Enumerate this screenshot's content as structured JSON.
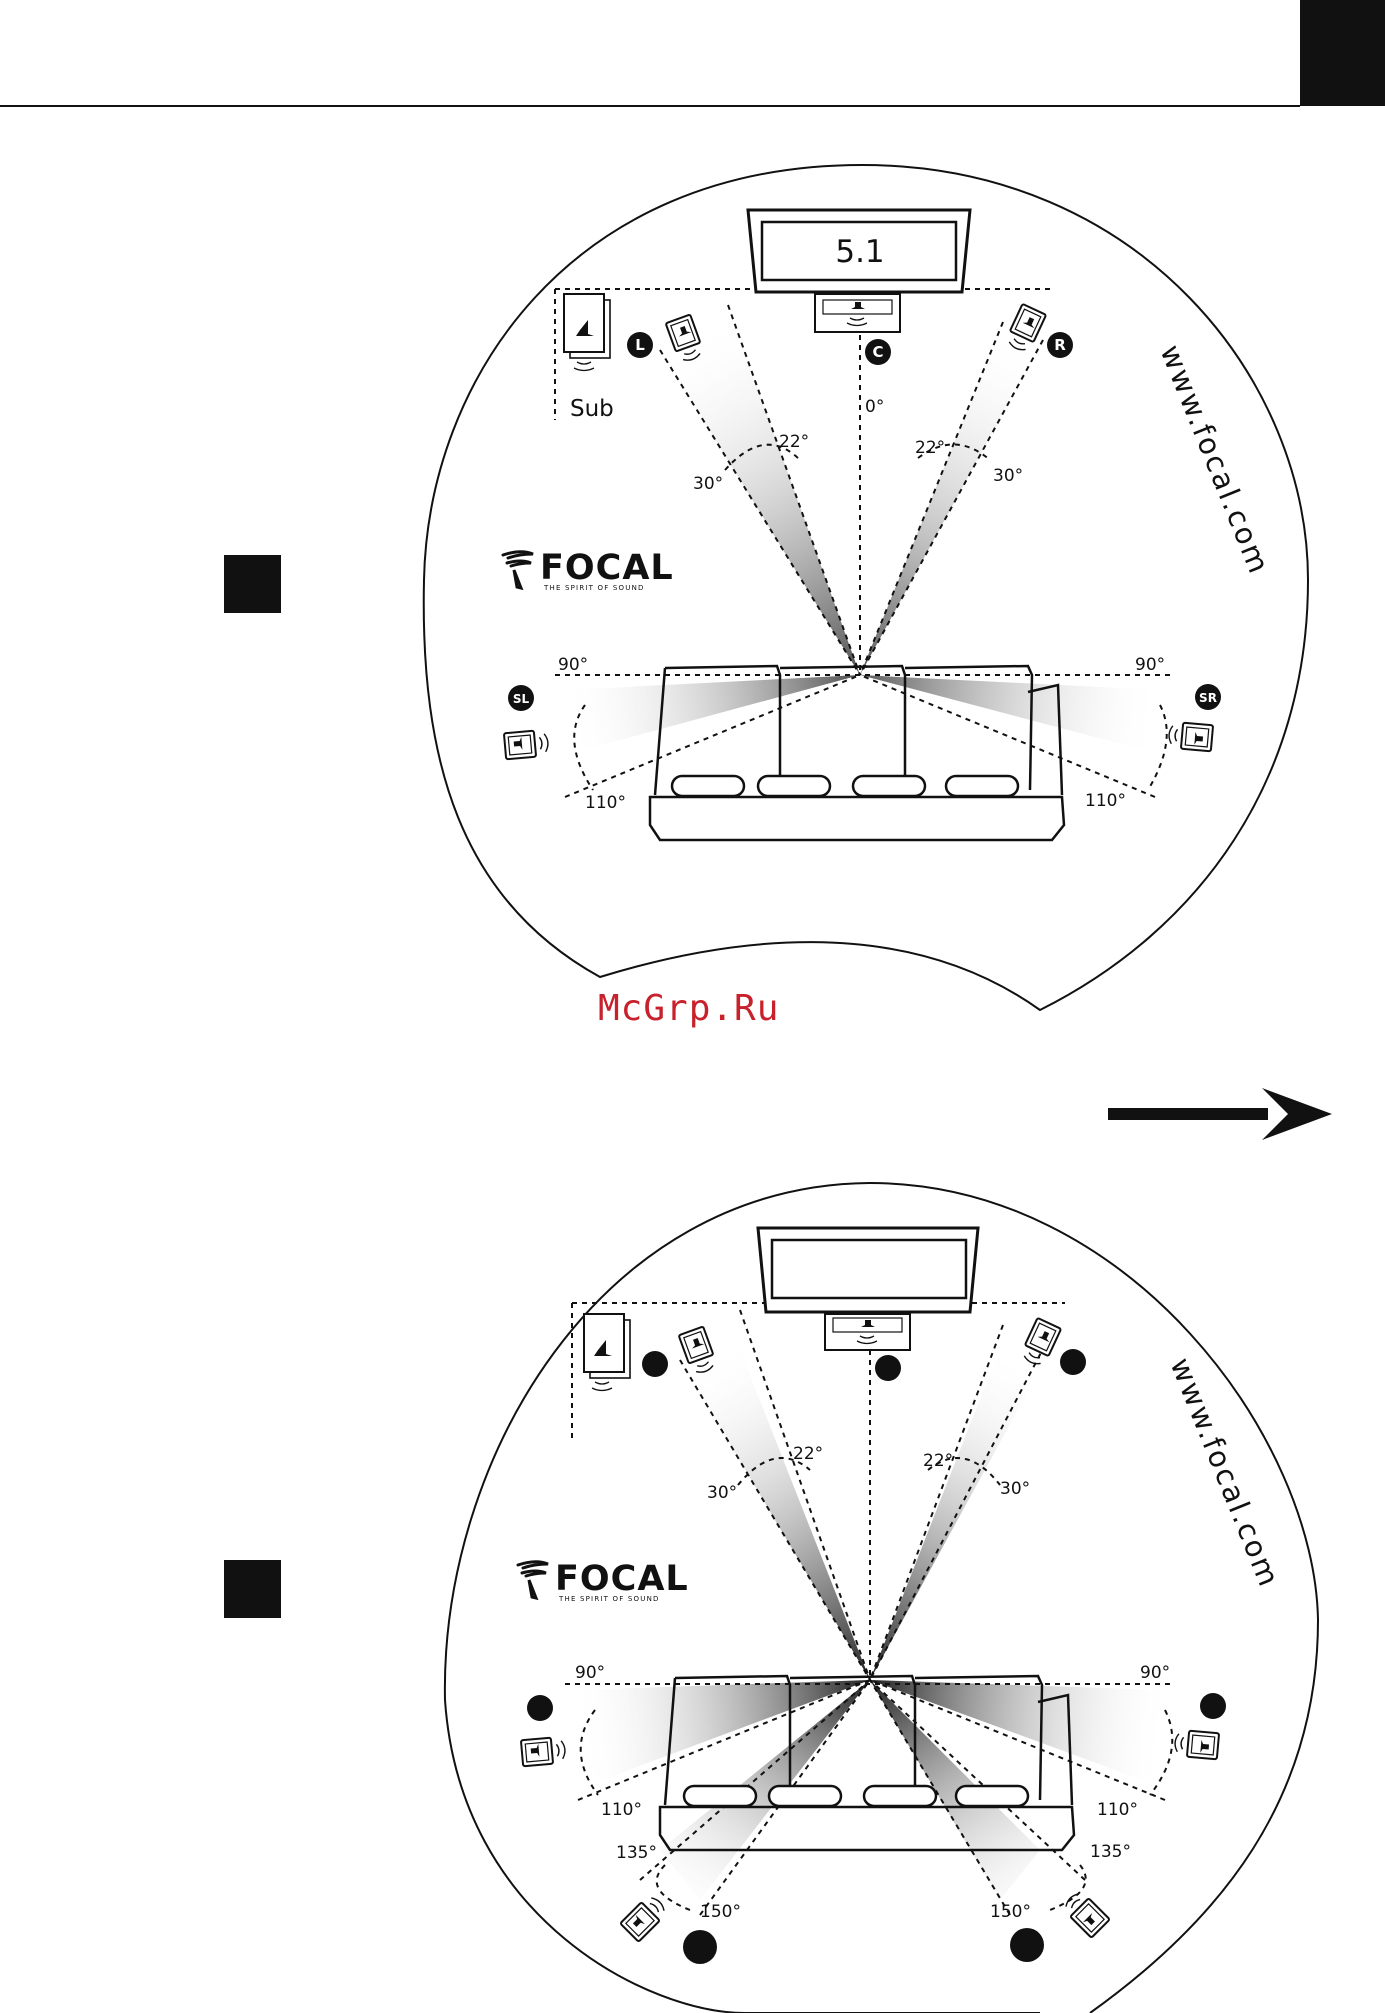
{
  "watermark": "McGrp.Ru",
  "diagram_top": {
    "screen_text": "5.1",
    "sub_label": "Sub",
    "center_angle": "0°",
    "front_angles": {
      "left_outer": "30°",
      "left_inner": "22°",
      "right_inner": "22°",
      "right_outer": "30°"
    },
    "side_angles": {
      "left_90": "90°",
      "left_110": "110°",
      "right_90": "90°",
      "right_110": "110°"
    },
    "badges": {
      "left": "L",
      "center": "C",
      "right": "R",
      "surround_left": "SL",
      "surround_right": "SR"
    },
    "url": "www.focal.com",
    "brand": "FOCAL",
    "tagline": "THE SPIRIT OF SOUND"
  },
  "diagram_bottom": {
    "front_angles": {
      "left_outer": "30°",
      "left_inner": "22°",
      "right_inner": "22°",
      "right_outer": "30°"
    },
    "side_angles": {
      "left_90": "90°",
      "left_110": "110°",
      "right_90": "90°",
      "right_110": "110°"
    },
    "rear_angles": {
      "left_135": "135°",
      "left_150": "150°",
      "right_135": "135°",
      "right_150": "150°"
    },
    "url": "www.focal.com",
    "brand": "FOCAL",
    "tagline": "THE SPIRIT OF SOUND"
  },
  "colors": {
    "ink": "#111111",
    "watermark": "#c8212b",
    "background": "#ffffff"
  },
  "icons": [
    "arrow-right-icon",
    "speaker-icon",
    "subwoofer-icon",
    "focal-logo-icon"
  ]
}
